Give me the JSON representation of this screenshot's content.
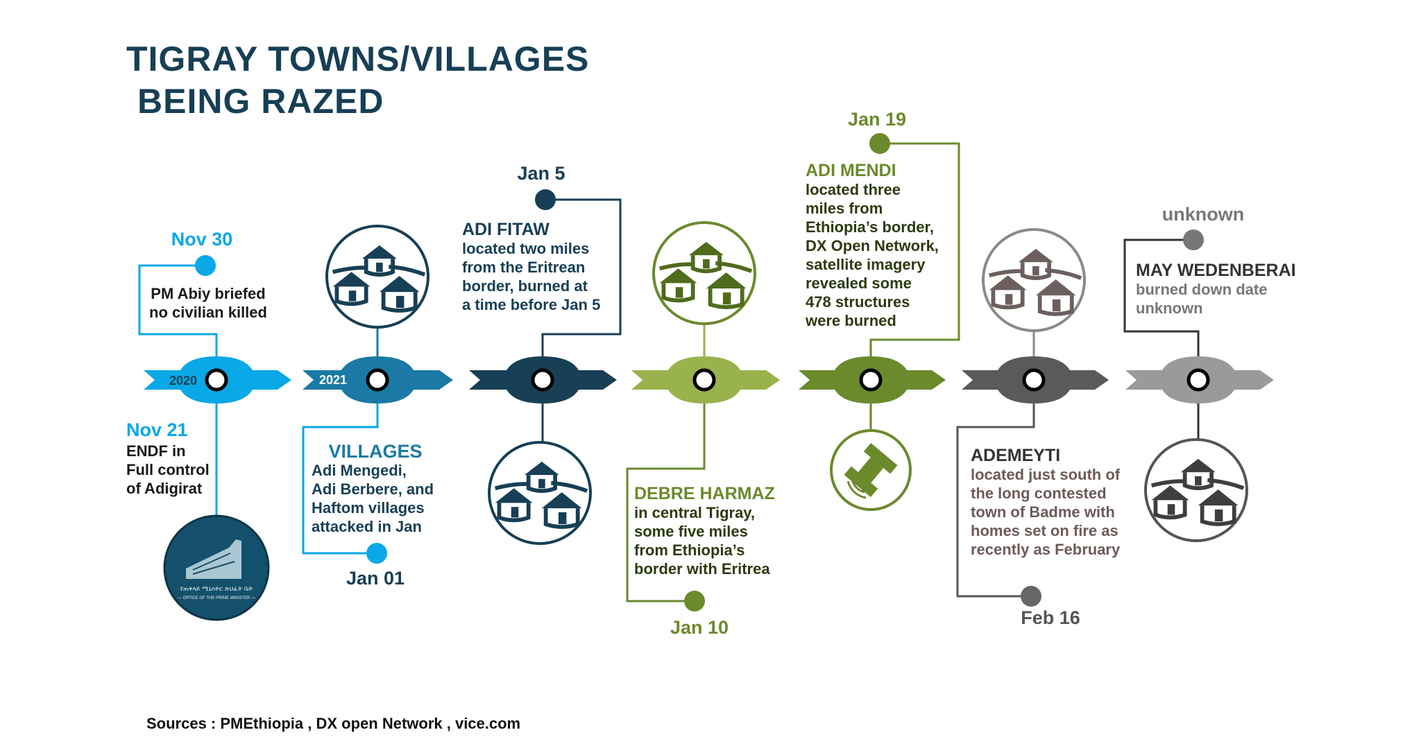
{
  "title": {
    "line1": "TIGRAY TOWNS/VILLAGES",
    "line2": "BEING RAZED"
  },
  "colors": {
    "title": "#173f55",
    "seg1": "#0aa8e6",
    "seg2": "#1a7aa5",
    "seg3": "#173f55",
    "seg4": "#9ab24b",
    "seg5": "#6b8a2c",
    "seg6": "#5a5a5a",
    "seg7": "#9a9a9a"
  },
  "years": {
    "y2020": "2020",
    "y2021": "2021"
  },
  "events": [
    {
      "date": "Nov 30",
      "lines": [
        "PM Abiy briefed",
        "no civilian killed"
      ]
    },
    {
      "date": "Nov 21",
      "lines": [
        "ENDF in",
        "Full control",
        "of Adigirat"
      ]
    },
    {
      "date": "Jan 01",
      "heading": "VILLAGES",
      "lines": [
        "Adi Mengedi,",
        "Adi Berbere, and",
        "Haftom villages",
        "attacked in Jan"
      ]
    },
    {
      "date": "Jan 5",
      "heading": "ADI FITAW",
      "lines": [
        "located two miles",
        "from the Eritrean",
        "border, burned at",
        "a time before Jan 5"
      ]
    },
    {
      "date": "Jan 10",
      "heading": "DEBRE HARMAZ",
      "lines": [
        "in central Tigray,",
        "some five miles",
        "from Ethiopia’s",
        "border with Eritrea"
      ]
    },
    {
      "date": "Jan 19",
      "heading": "ADI MENDI",
      "lines": [
        "located three",
        "miles from",
        "Ethiopia’s border,",
        "DX Open Network,",
        "satellite imagery",
        "revealed some",
        "478 structures",
        "were burned"
      ]
    },
    {
      "date": "Feb 16",
      "heading": "ADEMEYTI",
      "lines": [
        "located just south of",
        "the long contested",
        "town of Badme with",
        "homes set on fire as",
        "recently as February"
      ]
    },
    {
      "date": "unknown",
      "heading": "MAY WEDENBERAI",
      "lines": [
        "burned down date",
        "unknown"
      ]
    }
  ],
  "logo": {
    "amharic": "የጠቅላይ ሚኒስትር ጽህፈት ቤት",
    "english": "OFFICE OF THE PRIME MINISTER"
  },
  "sources": "Sources : PMEthiopia , DX open Network , vice.com"
}
